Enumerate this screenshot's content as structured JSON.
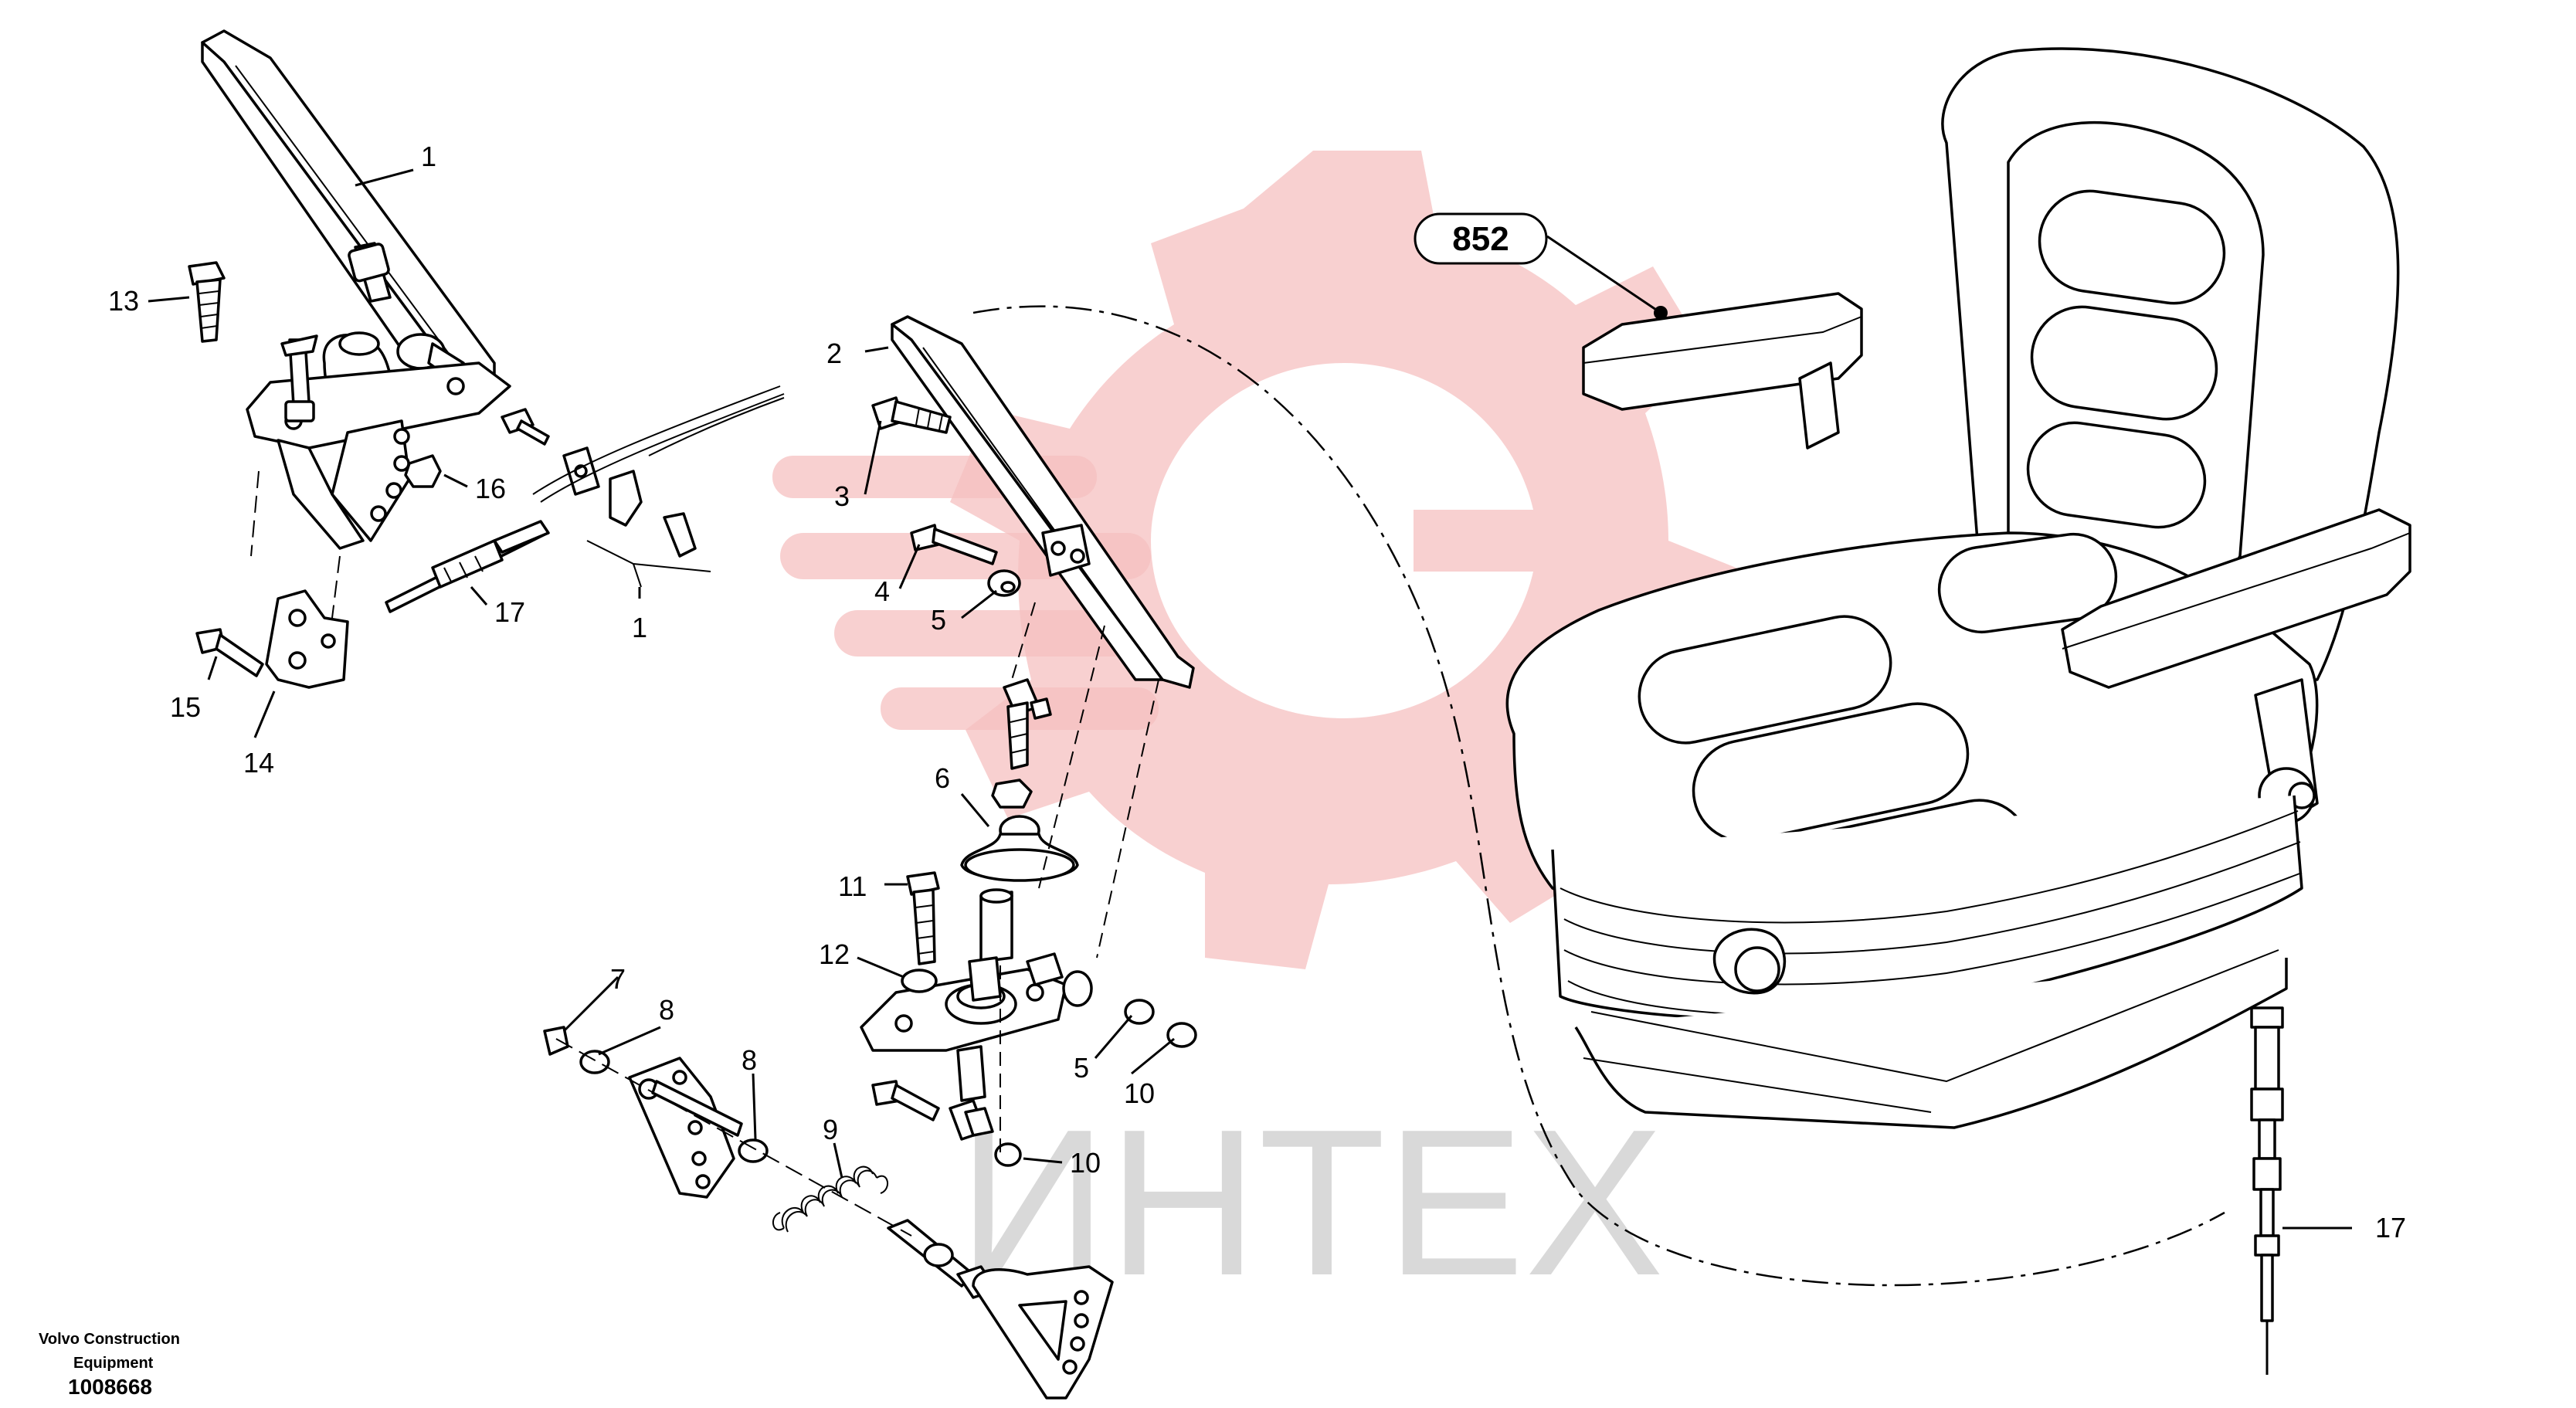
{
  "watermark": {
    "text": "ИНТЕХ",
    "color": "#f4b8b8",
    "text_color": "#d9d9d9"
  },
  "reference": {
    "label": "852"
  },
  "footer": {
    "line1": "Volvo Construction",
    "line2": "Equipment",
    "doc_number": "1008668"
  },
  "callouts": [
    {
      "id": "c1a",
      "text": "1"
    },
    {
      "id": "c13",
      "text": "13"
    },
    {
      "id": "c16",
      "text": "16"
    },
    {
      "id": "c17a",
      "text": "17"
    },
    {
      "id": "c1b",
      "text": "1"
    },
    {
      "id": "c15",
      "text": "15"
    },
    {
      "id": "c14",
      "text": "14"
    },
    {
      "id": "c2",
      "text": "2"
    },
    {
      "id": "c3",
      "text": "3"
    },
    {
      "id": "c4",
      "text": "4"
    },
    {
      "id": "c5a",
      "text": "5"
    },
    {
      "id": "c6",
      "text": "6"
    },
    {
      "id": "c11",
      "text": "11"
    },
    {
      "id": "c12",
      "text": "12"
    },
    {
      "id": "c7",
      "text": "7"
    },
    {
      "id": "c8a",
      "text": "8"
    },
    {
      "id": "c8b",
      "text": "8"
    },
    {
      "id": "c9",
      "text": "9"
    },
    {
      "id": "c5b",
      "text": "5"
    },
    {
      "id": "c10a",
      "text": "10"
    },
    {
      "id": "c10b",
      "text": "10"
    },
    {
      "id": "c17b",
      "text": "17"
    }
  ]
}
